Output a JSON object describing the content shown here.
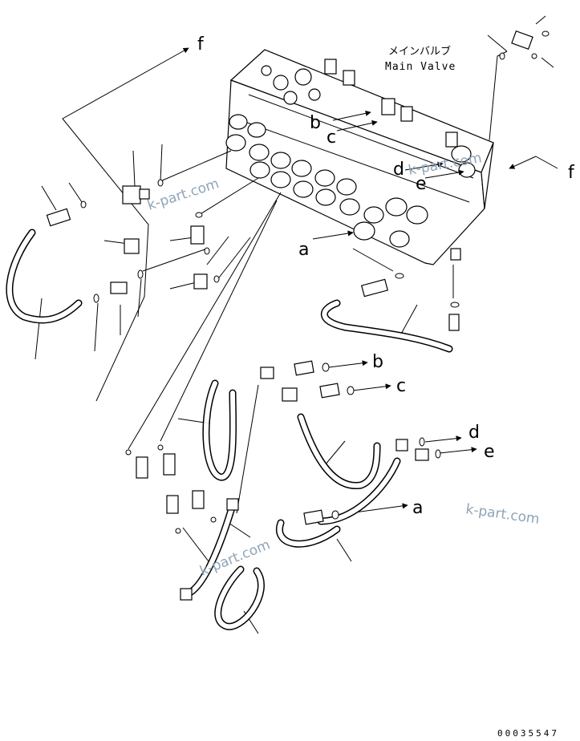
{
  "title_jp": "メインバルブ",
  "title_en": "Main Valve",
  "labels": {
    "a": "a",
    "b": "b",
    "c": "c",
    "d": "d",
    "e": "e",
    "f": "f"
  },
  "watermark": "k-part.com",
  "drawing_code": "00035547"
}
